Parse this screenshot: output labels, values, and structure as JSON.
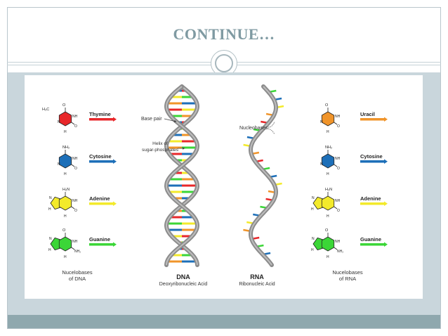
{
  "slide": {
    "title": "CONTINUE…"
  },
  "dna_bases": [
    {
      "name": "Thymine",
      "color": "#e8272a"
    },
    {
      "name": "Cytosine",
      "color": "#1d6fb8"
    },
    {
      "name": "Adenine",
      "color": "#f3ea2b"
    },
    {
      "name": "Guanine",
      "color": "#3bd637"
    }
  ],
  "rna_bases": [
    {
      "name": "Uracil",
      "color": "#f0942a"
    },
    {
      "name": "Cytosine",
      "color": "#1d6fb8"
    },
    {
      "name": "Adenine",
      "color": "#f3ea2b"
    },
    {
      "name": "Guanine",
      "color": "#3bd637"
    }
  ],
  "atoms": {
    "n": "N",
    "nh": "NH",
    "nh2": "NH₂",
    "h": "H",
    "o": "O",
    "h2n": "H₂N",
    "h3c": "H₃C"
  },
  "labels": {
    "dna_bases_caption_line1": "Nucelobases",
    "dna_bases_caption_line2": "of DNA",
    "rna_bases_caption_line1": "Nucelobases",
    "rna_bases_caption_line2": "of RNA",
    "base_pair": "Base pair",
    "helix_line1": "Helix of",
    "helix_line2": "sugar-phosphates",
    "nucleobases": "Nucleobases",
    "dna_title": "DNA",
    "dna_subtitle": "Deoxyribonucleic Acid",
    "rna_title": "RNA",
    "rna_subtitle": "Ribonucleic Acid"
  }
}
